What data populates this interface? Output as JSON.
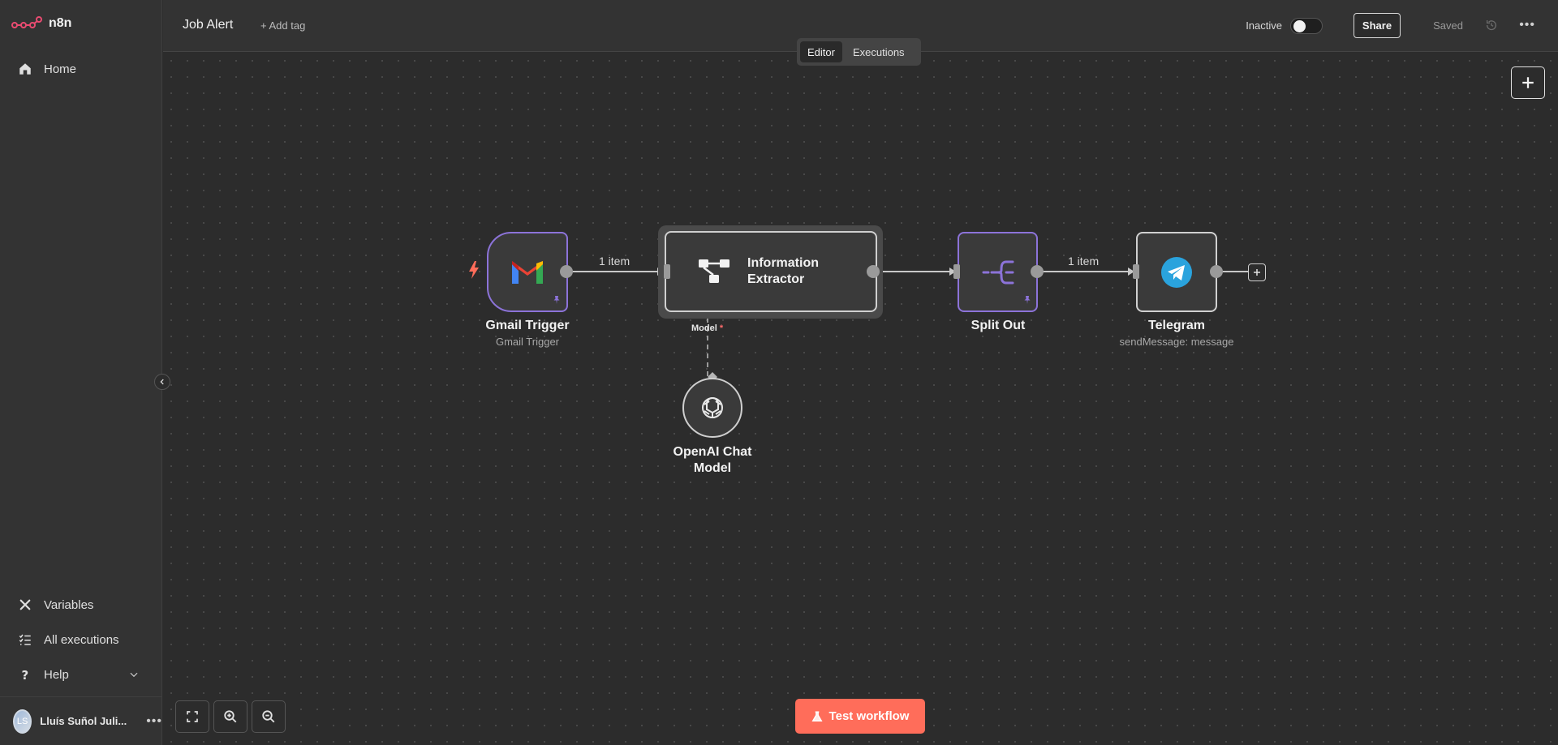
{
  "app": {
    "brand": "n8n"
  },
  "sidebar": {
    "top_items": [
      {
        "label": "Home",
        "icon": "home-icon"
      }
    ],
    "bottom_items": [
      {
        "label": "Variables",
        "icon": "variables-icon"
      },
      {
        "label": "All executions",
        "icon": "executions-icon"
      },
      {
        "label": "Help",
        "icon": "help-icon"
      }
    ],
    "user": {
      "initials": "LS",
      "name": "Lluís Suñol Juli..."
    }
  },
  "header": {
    "workflow_title": "Job Alert",
    "add_tag": "+ Add tag",
    "active_label": "Inactive",
    "share_label": "Share",
    "saved_label": "Saved",
    "tabs": [
      {
        "label": "Editor",
        "active": true
      },
      {
        "label": "Executions",
        "active": false
      }
    ]
  },
  "nodes": {
    "gmail": {
      "title": "Gmail Trigger",
      "subtitle": "Gmail Trigger"
    },
    "extractor": {
      "title_line1": "Information",
      "title_line2": "Extractor"
    },
    "openai": {
      "title_line1": "OpenAI Chat",
      "title_line2": "Model",
      "port_label": "Model",
      "required_mark": "*"
    },
    "split": {
      "title": "Split Out"
    },
    "telegram": {
      "title": "Telegram",
      "subtitle": "sendMessage: message"
    }
  },
  "edges": {
    "gmail_to_extractor": "1 item",
    "split_to_telegram": "1 item"
  },
  "controls": {
    "test_workflow": "Test workflow"
  },
  "colors": {
    "accent": "#ff6d5a",
    "pinned": "#8c73d9",
    "canvas": "#2c2c2c"
  }
}
